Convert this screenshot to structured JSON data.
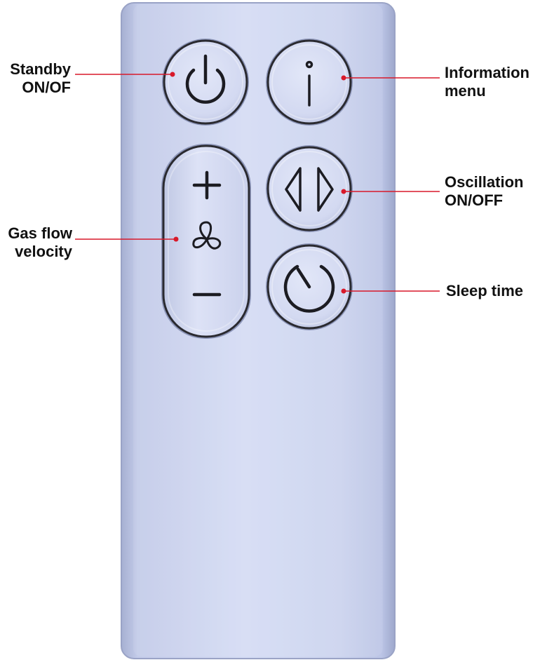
{
  "callouts": {
    "standby": {
      "line1": "Standby",
      "line2": "ON/OF"
    },
    "information": {
      "line1": "Information",
      "line2": "menu"
    },
    "oscillation": {
      "line1": "Oscillation",
      "line2": "ON/OFF"
    },
    "gas_flow": {
      "line1": "Gas flow",
      "line2": "velocity"
    },
    "sleep": {
      "line1": "Sleep time"
    }
  },
  "buttons": {
    "standby": {
      "icon": "power-icon"
    },
    "information": {
      "icon": "info-icon"
    },
    "speed_rocker": {
      "icons": [
        "plus-icon",
        "fan-icon",
        "minus-icon"
      ]
    },
    "oscillation": {
      "icon": "oscillation-arrows-icon"
    },
    "sleep_timer": {
      "icon": "timer-icon"
    }
  },
  "colors": {
    "remote_body": "#cdd6f0",
    "button_face": "#d4daf2",
    "button_outline": "#2a2a30",
    "icon": "#1c1c22",
    "callout_line": "#d8192a",
    "label_text": "#111111"
  }
}
